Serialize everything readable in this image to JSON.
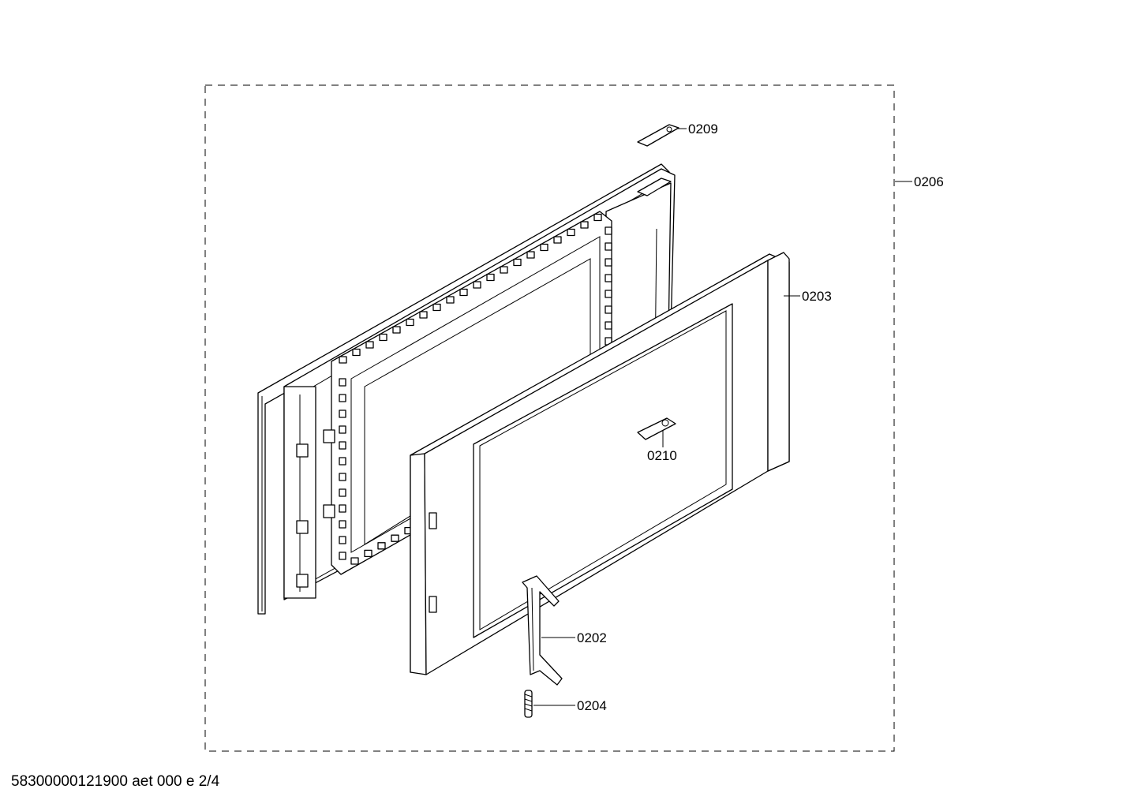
{
  "diagram": {
    "parts": [
      {
        "id": "0209"
      },
      {
        "id": "0206"
      },
      {
        "id": "0203"
      },
      {
        "id": "0210"
      },
      {
        "id": "0202"
      },
      {
        "id": "0204"
      }
    ]
  },
  "footer": "58300000121900 aet 000 e 2/4"
}
